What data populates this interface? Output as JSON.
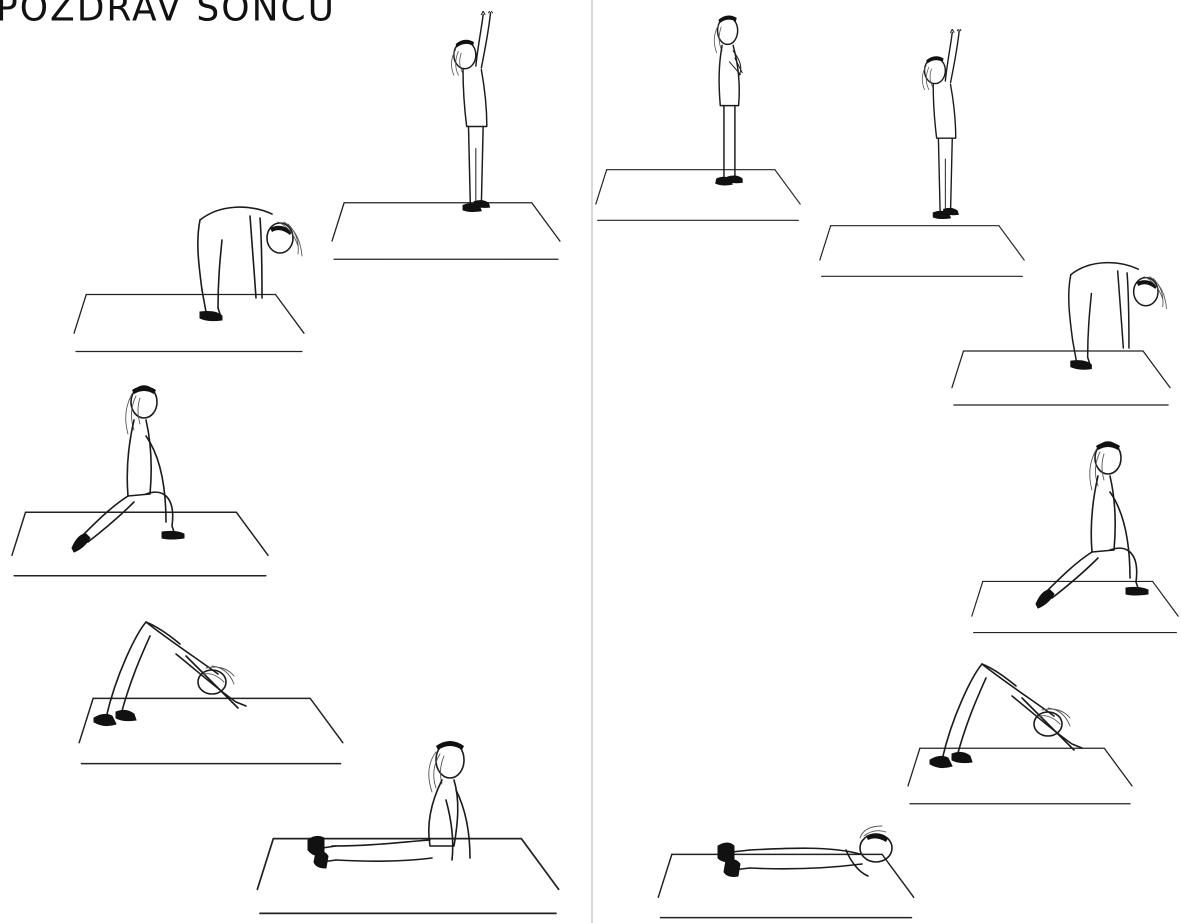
{
  "title": "POZDRAV SONCU",
  "figures": [
    {
      "id": "left-1",
      "pose": "arms-raised"
    },
    {
      "id": "left-2",
      "pose": "forward-bend"
    },
    {
      "id": "left-3",
      "pose": "lunge"
    },
    {
      "id": "left-4",
      "pose": "downward-dog"
    },
    {
      "id": "left-5",
      "pose": "cobra"
    },
    {
      "id": "right-1",
      "pose": "prayer-standing"
    },
    {
      "id": "right-2",
      "pose": "arms-raised"
    },
    {
      "id": "right-3",
      "pose": "forward-bend"
    },
    {
      "id": "right-4",
      "pose": "lunge"
    },
    {
      "id": "right-5",
      "pose": "downward-dog"
    },
    {
      "id": "right-6",
      "pose": "lying-down"
    }
  ]
}
